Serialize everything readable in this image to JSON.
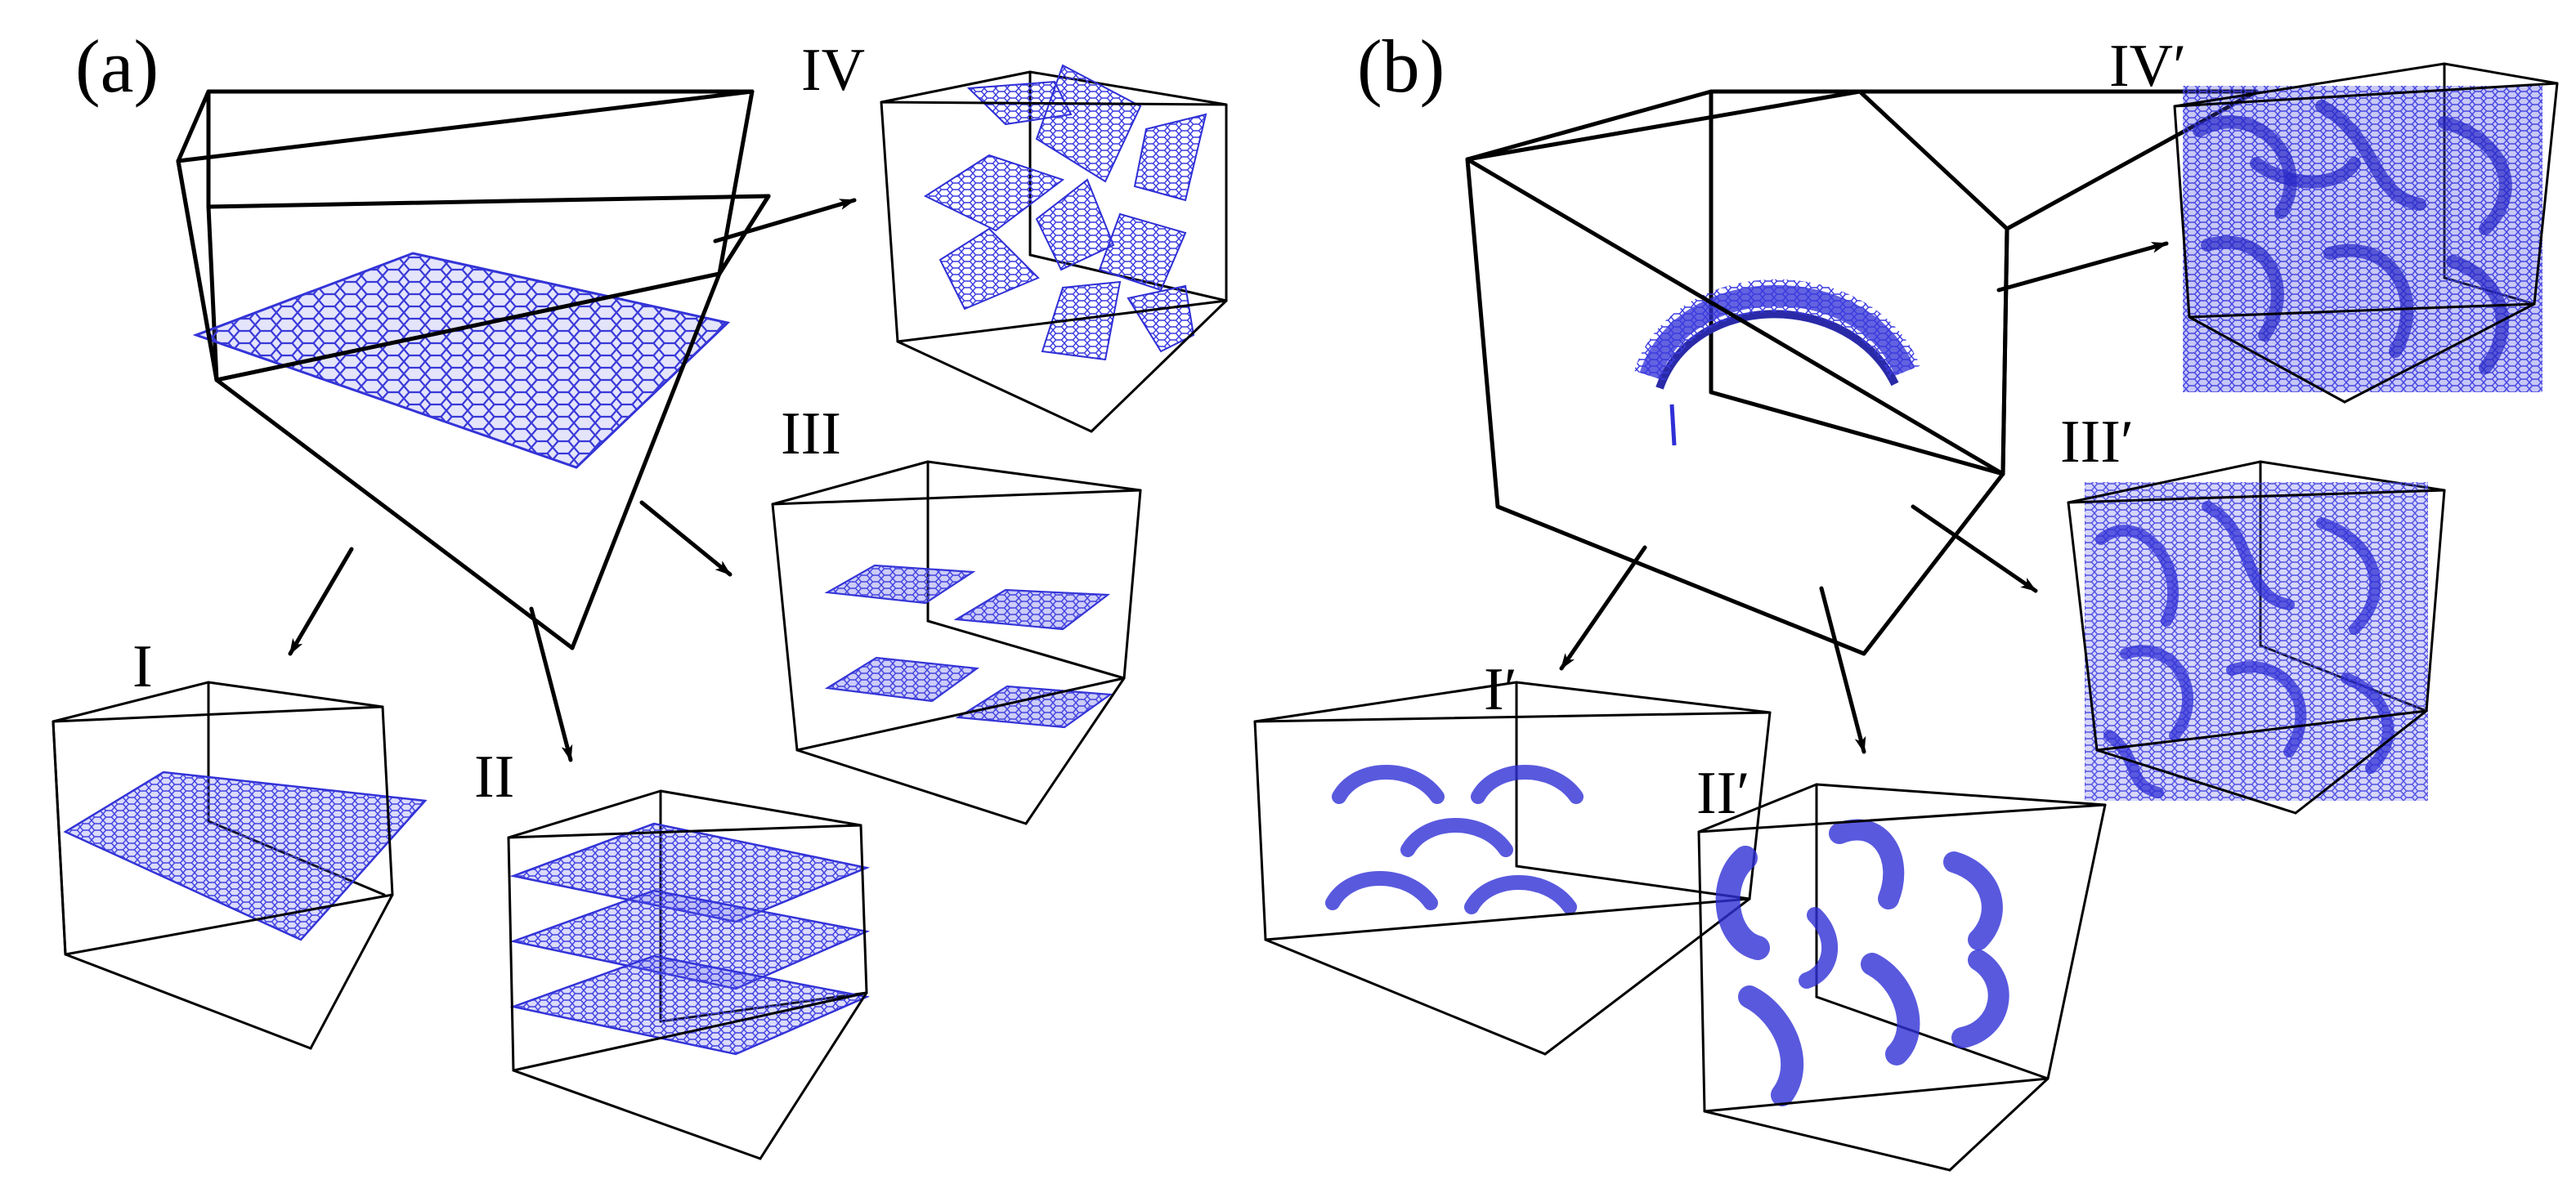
{
  "panels": {
    "a": {
      "label": "(a)"
    },
    "b": {
      "label": "(b)"
    }
  },
  "configurations": {
    "I": "I",
    "II": "II",
    "III": "III",
    "IV": "IV",
    "I_p": "I′",
    "II_p": "II′",
    "III_p": "III′",
    "IV_p": "IV′"
  },
  "colors": {
    "structure": "#2f2fd6",
    "structure_fill": "#8a8ff0",
    "frame": "#000000"
  }
}
